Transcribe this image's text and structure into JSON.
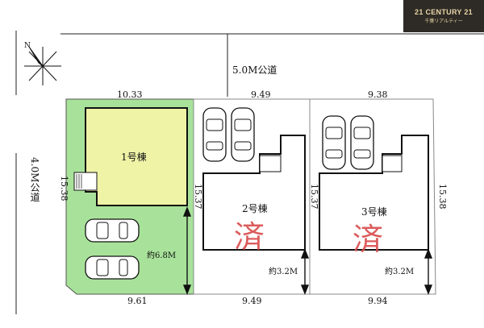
{
  "logo": {
    "brand": "CENTURY 21",
    "sub": "千葉リアルティー",
    "mark": "21"
  },
  "roads": {
    "top": "5.0M公道",
    "left": "4.0M公道"
  },
  "lots": [
    {
      "building": "1号棟",
      "front": "10.33",
      "back": "9.61",
      "depth": "15.38",
      "parking": "約6.8M",
      "sold": false
    },
    {
      "building": "2号棟",
      "front": "9.49",
      "back": "9.49",
      "depth": "15.37",
      "parking": "約3.2M",
      "sold": true,
      "seal": "済"
    },
    {
      "building": "3号棟",
      "front": "9.38",
      "back": "9.94",
      "depth": "15.37",
      "depth_right": "15.38",
      "parking": "約3.2M",
      "sold": true,
      "seal": "済"
    }
  ],
  "compass": {
    "label": "N",
    "icon": "compass-icon"
  },
  "colors": {
    "lot1_fill": "#a8e29a",
    "building1_fill": "#eef3a6",
    "seal": "#d94b4b",
    "logo_bg": "#2e2a25"
  }
}
